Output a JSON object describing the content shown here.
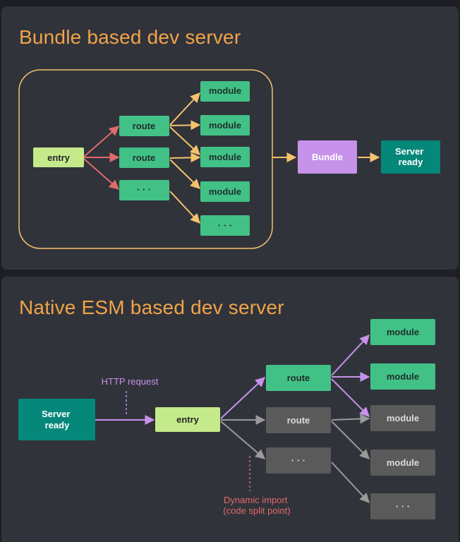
{
  "bundle_panel": {
    "title": "Bundle based dev server",
    "entry": "entry",
    "routes": [
      "route",
      "route",
      "· · ·"
    ],
    "modules": [
      "module",
      "module",
      "module",
      "module",
      "· · ·"
    ],
    "bundle": "Bundle",
    "server_ready": "Server\nready"
  },
  "esm_panel": {
    "title": "Native ESM based dev server",
    "server_ready": "Server\nready",
    "http_request": "HTTP request",
    "entry": "entry",
    "routes": [
      "route",
      "route",
      "· · ·"
    ],
    "modules": [
      "module",
      "module",
      "module",
      "module",
      "· · ·"
    ],
    "dynamic_import": [
      "Dynamic import",
      "(code split point)"
    ]
  },
  "colors": {
    "panel_bg": "#31333b",
    "title": "#f0a447",
    "entry": "#c5ea8b",
    "route_module": "#42c187",
    "bundle": "#c692ea",
    "server_ready": "#05887a",
    "inactive": "#5a5a5a",
    "arrow_red": "#e06b6b",
    "arrow_orange": "#f5c26b",
    "arrow_purple": "#c692ea",
    "arrow_gray": "#9a9a9a",
    "annotation_red": "#e06b6b"
  }
}
